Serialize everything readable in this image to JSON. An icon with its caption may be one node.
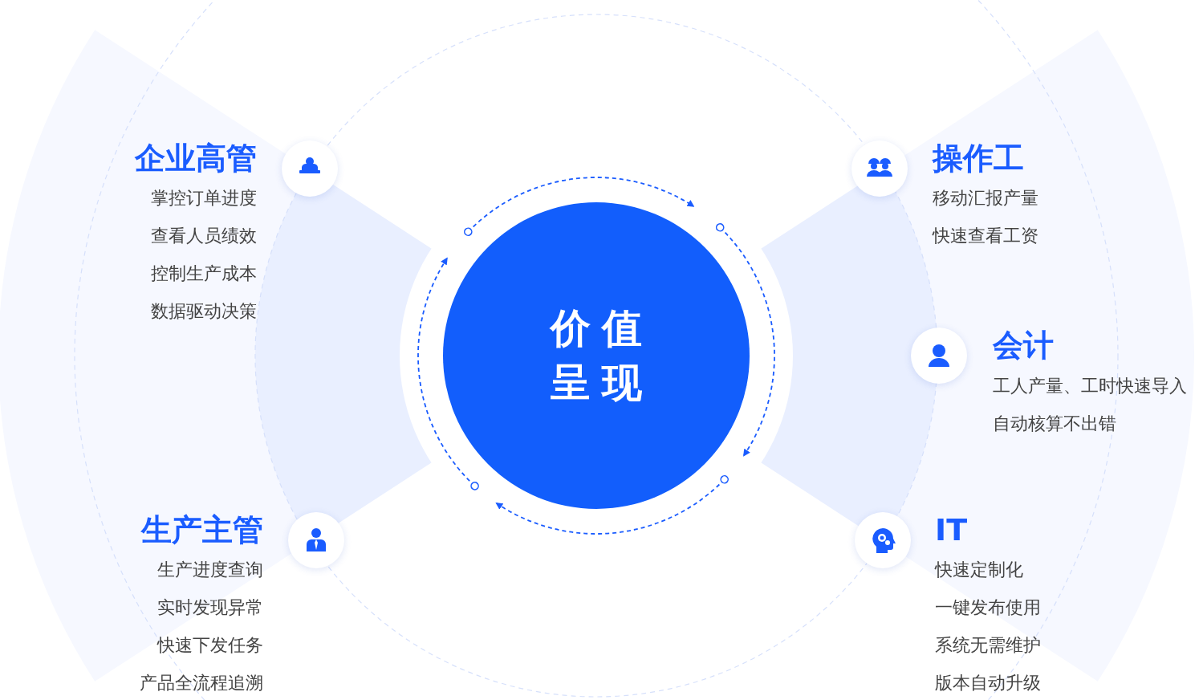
{
  "diagram": {
    "nodes": [
      {
        "text": [
          "价值呈现"
        ]
      },
      {
        "text": [
          "企业高管",
          "掌控订单进度",
          "查看人员绩效",
          "控制生产成本",
          "数据驱动决策"
        ]
      },
      {
        "text": [
          "操作工",
          "移动汇报产量",
          "快速查看工资"
        ]
      },
      {
        "text": [
          "会计",
          "工人产量、工时快速导入",
          "自动核算不出错"
        ]
      },
      {
        "text": [
          "生产主管",
          "生产进度查询",
          "实时发现异常",
          "快速下发任务",
          "产品全流程追溯"
        ]
      },
      {
        "text": [
          "IT",
          "快速定制化",
          "一键发布使用",
          "系统无需维护",
          "版本自动升级"
        ]
      }
    ]
  }
}
